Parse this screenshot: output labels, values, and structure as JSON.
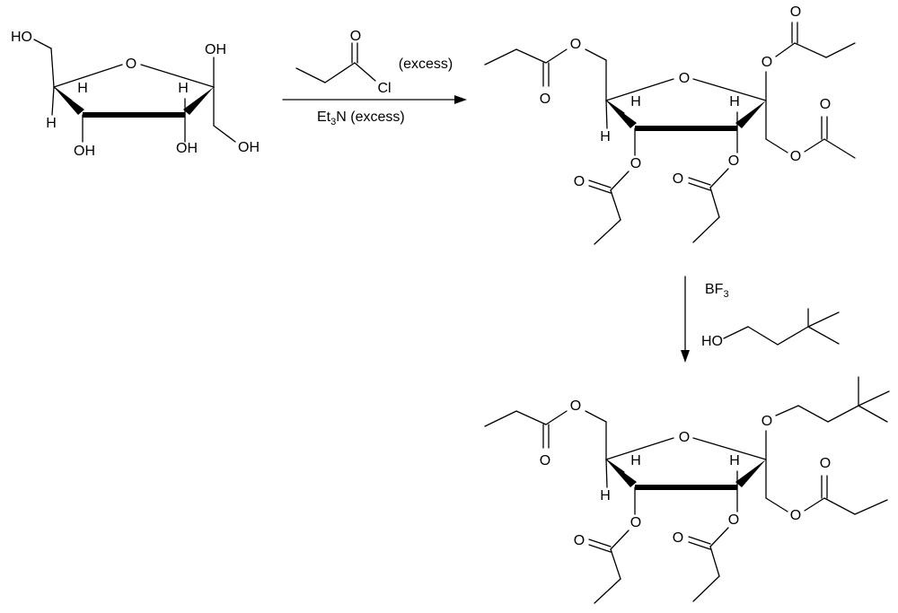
{
  "reagents": {
    "step1": {
      "excess_note": "(excess)",
      "acyl_oxygen": "O",
      "acyl_halide": "Cl",
      "base": {
        "prefix": "Et",
        "subscript": "3",
        "suffix": "N (excess)"
      }
    },
    "step2": {
      "lewis_acid": {
        "prefix": "BF",
        "subscript": "3"
      },
      "alcohol_hydroxyl": "HO"
    }
  },
  "molecules": {
    "start": {
      "ring_oxygen": "O",
      "hydroxyls": {
        "c6": "HO",
        "c2": "OH",
        "c1": "OH",
        "c4": "OH",
        "c3": "OH"
      },
      "hydrogens": {
        "c5_up": "H",
        "c5_down": "H",
        "c2_up": "H"
      }
    },
    "intermediate": {
      "ring_oxygen": "O",
      "ester_oxygens": {
        "c6_o": "O",
        "c6_co": "O",
        "c2_o": "O",
        "c2_co": "O",
        "c1_o": "O",
        "c1_co": "O",
        "c4_o": "O",
        "c4_co": "O",
        "c3_o": "O",
        "c3_co": "O"
      },
      "hydrogens": {
        "c5_up": "H",
        "c5_down": "H",
        "c2_up": "H"
      }
    },
    "product": {
      "ring_oxygen": "O",
      "ester_oxygens": {
        "c6_o": "O",
        "c6_co": "O",
        "glycoside_o": "O",
        "c1_o": "O",
        "c1_co": "O",
        "c4_o": "O",
        "c4_co": "O",
        "c3_o": "O",
        "c3_co": "O"
      },
      "hydrogens": {
        "c5_up": "H",
        "c5_down": "H",
        "c2_up": "H"
      }
    }
  }
}
